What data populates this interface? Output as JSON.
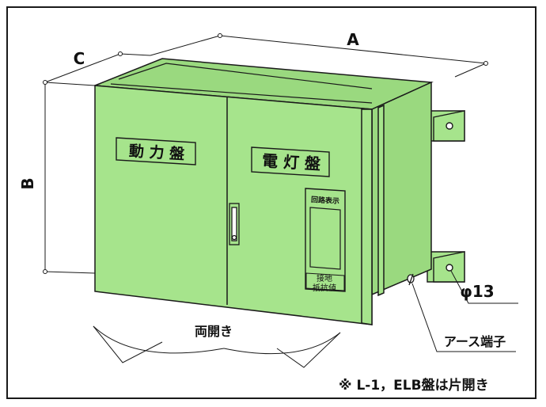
{
  "dimensions": {
    "a_label": "A",
    "b_label": "B",
    "c_label": "C"
  },
  "panels": {
    "power_label": "動 力 盤",
    "lighting_label": "電 灯 盤",
    "circuit_plate_label": "回路表示",
    "ground_plate_line1": "接地",
    "ground_plate_line2": "抵抗値"
  },
  "annotations": {
    "door_swing": "両開き",
    "hole_diameter": "φ13",
    "earth_terminal": "アース端子",
    "note": "※ L-1，ELB盤は片開き"
  },
  "colors": {
    "cabinet_fill": "#a6e48c",
    "cabinet_dark": "#92d37a",
    "outline": "#1a1a1a",
    "bracket_fill": "#a6e48c"
  }
}
